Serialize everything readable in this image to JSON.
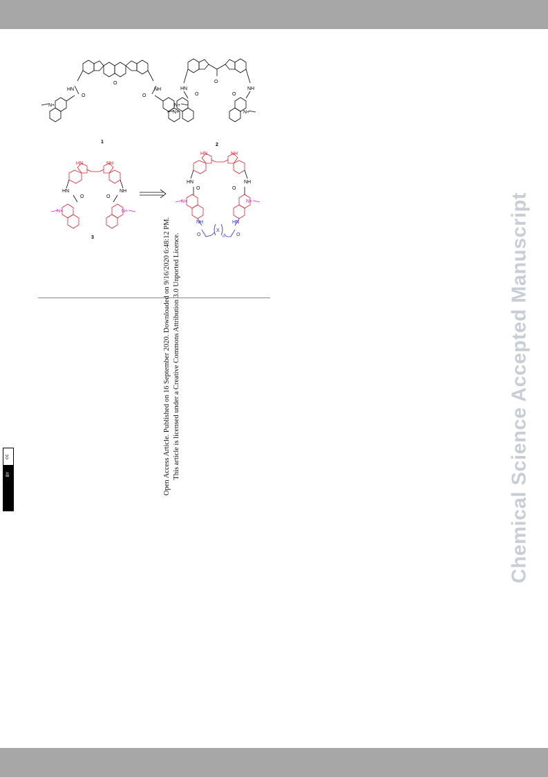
{
  "header_bar_color": "#a7a7a7",
  "footer_bar_color": "#a7a7a7",
  "license": {
    "line1": "Open Access Article. Published on 16 September 2020. Downloaded on 9/16/2020 6:48:12 PM.",
    "line2": "This article is licensed under a Creative Commons Attribution 3.0 Unported Licence.",
    "badge_cc": "cc",
    "badge_by": "BY"
  },
  "watermark": "Chemical Science Accepted Manuscript",
  "figure": {
    "compound_labels": [
      "1",
      "2",
      "3"
    ],
    "atoms": {
      "hn": "HN",
      "nh": "NH",
      "o": "O",
      "n": "N",
      "n_plus": "N+",
      "x": "X",
      "n_sub": "n"
    },
    "colors": {
      "black": "#000000",
      "red": "#e8202a",
      "magenta": "#d81fd0",
      "blue": "#2a2ad8"
    }
  }
}
